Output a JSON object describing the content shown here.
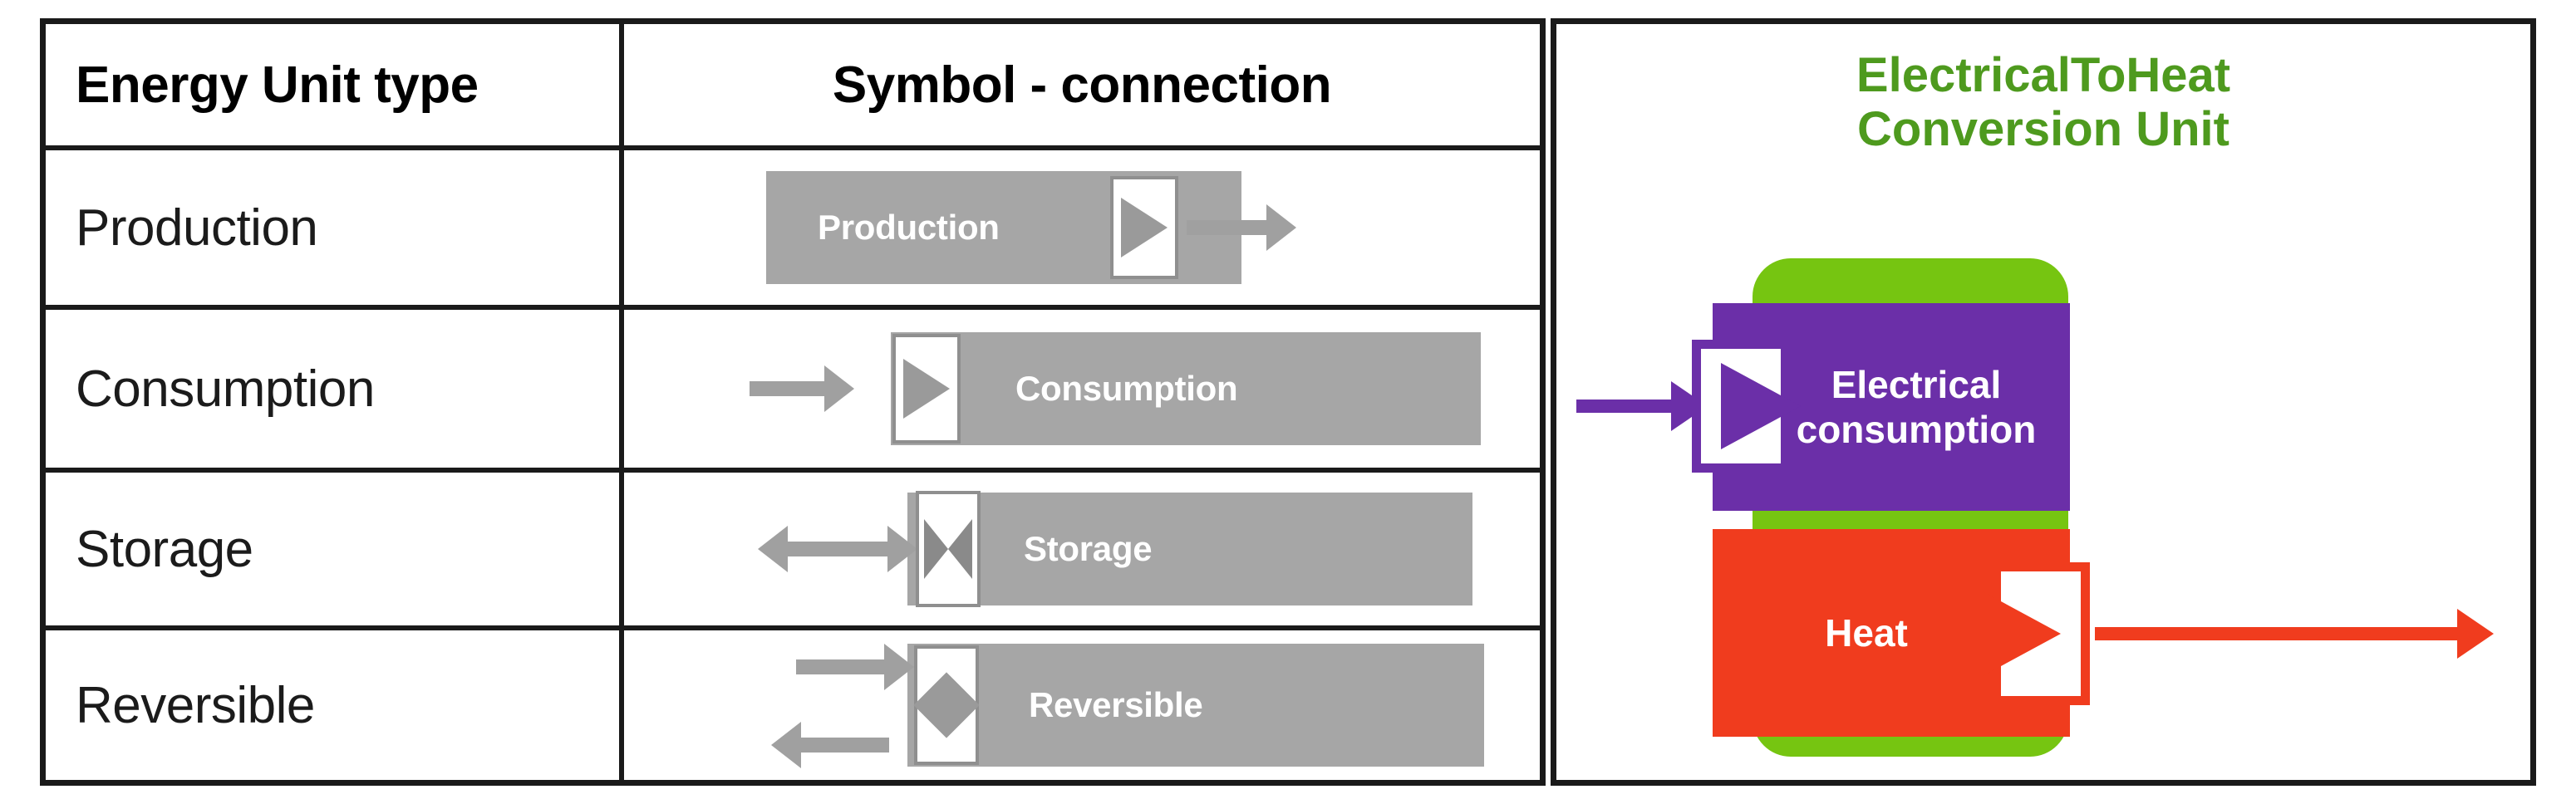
{
  "table": {
    "columns": {
      "type_header": "Energy Unit type",
      "symbol_header": "Symbol - connection"
    },
    "rows": [
      {
        "type": "Production",
        "symbol_label": "Production",
        "connector": "output-port-triangle",
        "flow": "out"
      },
      {
        "type": "Consumption",
        "symbol_label": "Consumption",
        "connector": "input-port-triangle",
        "flow": "in"
      },
      {
        "type": "Storage",
        "symbol_label": "Storage",
        "connector": "bidirectional-port-bowtie",
        "flow": "bidirectional"
      },
      {
        "type": "Reversible",
        "symbol_label": "Reversible",
        "connector": "reversible-port-diamond",
        "flow": "in-and-out"
      }
    ]
  },
  "unit_panel": {
    "title": "ElectricalToHeat\nConversion Unit",
    "title_color": "#4e9a1e",
    "container_color": "#76c511",
    "blocks": [
      {
        "label": "Electrical\nconsumption",
        "color": "#6b2fa8",
        "port": "input",
        "arrow": "in"
      },
      {
        "label": "Heat",
        "color": "#f03c1e",
        "port": "output",
        "arrow": "out"
      }
    ]
  },
  "colors": {
    "symbol_box": "#a6a6a6",
    "arrow_gray": "#a0a0a0",
    "border": "#1a1a1a",
    "electrical_purple": "#6b2fa8",
    "heat_red": "#f03c1e",
    "unit_green": "#76c511",
    "title_green": "#4e9a1e"
  }
}
